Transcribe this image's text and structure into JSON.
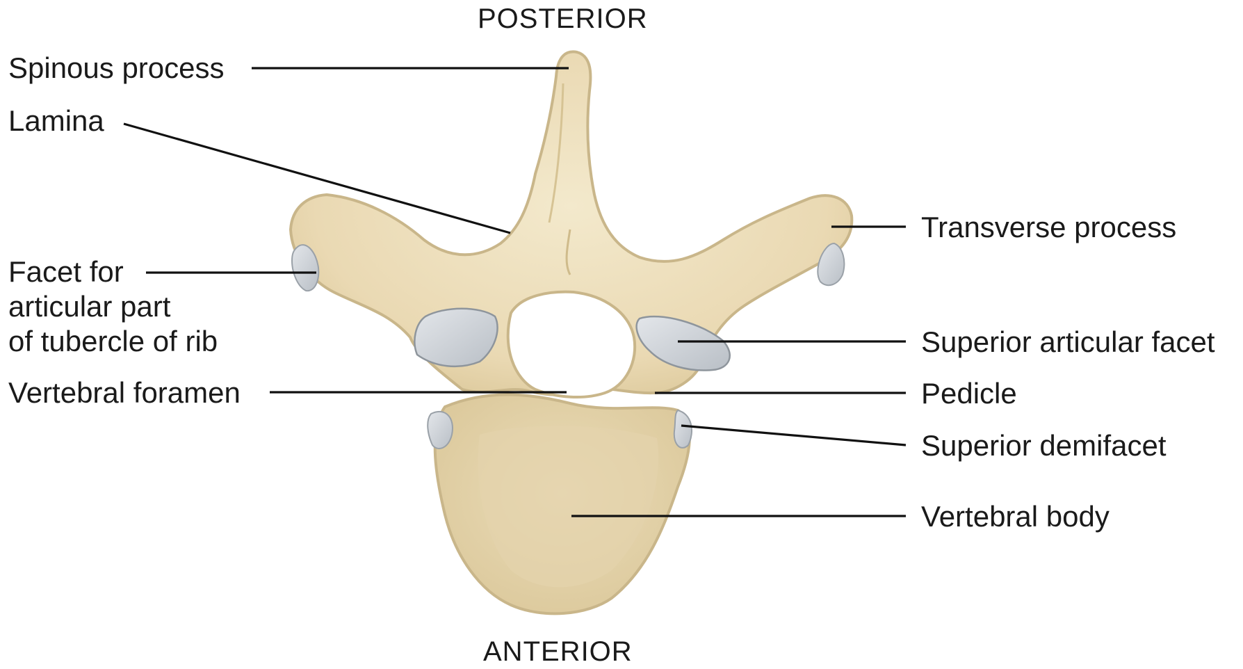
{
  "diagram": {
    "orientation": {
      "top": "POSTERIOR",
      "bottom": "ANTERIOR"
    },
    "labels_left": {
      "spinous_process": "Spinous process",
      "lamina": "Lamina",
      "facet_rib_line1": "Facet for",
      "facet_rib_line2": "articular part",
      "facet_rib_line3": "of tubercle of rib",
      "vertebral_foramen": "Vertebral foramen"
    },
    "labels_right": {
      "transverse_process": "Transverse process",
      "superior_articular_facet": "Superior articular facet",
      "pedicle": "Pedicle",
      "superior_demifacet": "Superior demifacet",
      "vertebral_body": "Vertebral body"
    },
    "colors": {
      "bone": "#ede1c0",
      "bone_shadow": "#d9c9a0",
      "bone_outline": "#c9b68a",
      "cancellous": "#e6d6b0",
      "cartilage": "#c9cdd2",
      "leader": "#111111"
    }
  }
}
